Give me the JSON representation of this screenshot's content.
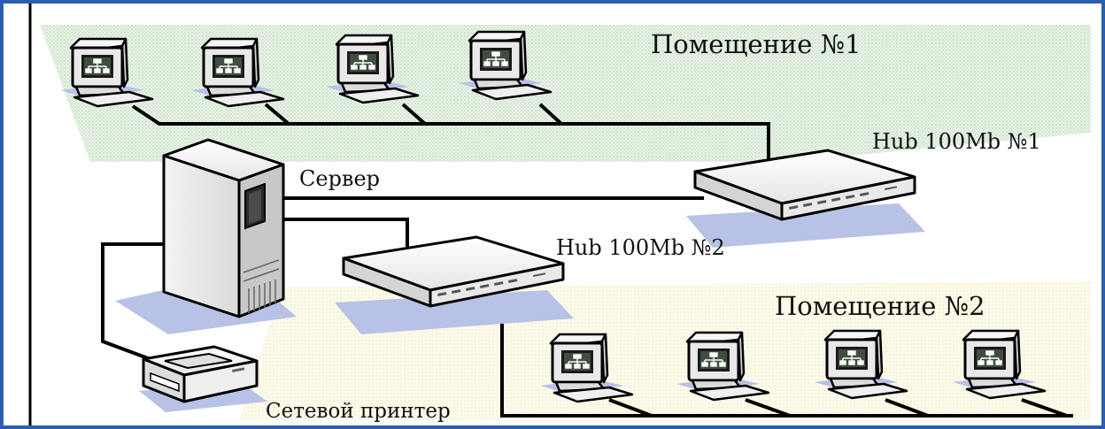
{
  "labels": {
    "room1": "Помещение №1",
    "room2": "Помещение №2",
    "server": "Сервер",
    "hub1": "Hub 100Mb №1",
    "hub2": "Hub 100Mb №2",
    "printer": "Сетевой принтер"
  },
  "icons": {
    "workstation": "workstation-icon",
    "server": "server-tower-icon",
    "hub": "network-hub-icon",
    "printer": "printer-icon"
  },
  "colors": {
    "frame_border": "#2a5fb0",
    "room1_floor": "#dfeee0",
    "room2_floor": "#fbf8e4",
    "shadow": "#b8c2e6",
    "cable": "#000000",
    "device_body": "#eeeeee"
  }
}
